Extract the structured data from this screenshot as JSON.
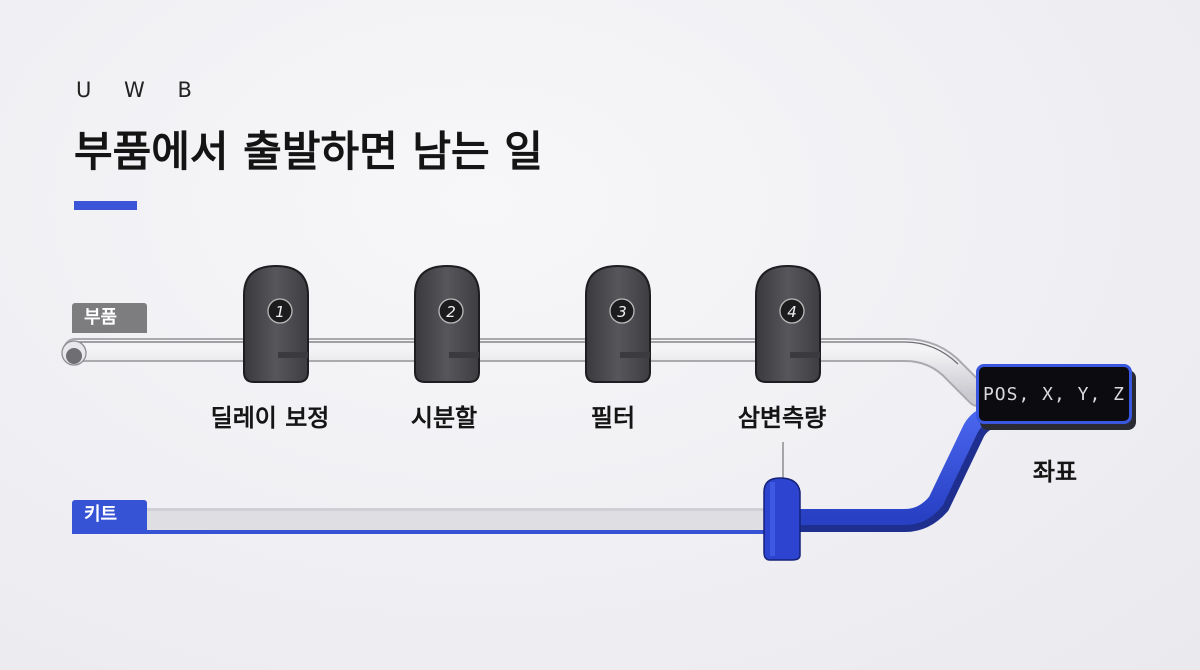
{
  "header": {
    "eyebrow": "U W B",
    "title": "부품에서 출발하면 남는 일"
  },
  "tracks": {
    "parts_label": "부품",
    "kit_label": "키트"
  },
  "steps": [
    {
      "number": "1",
      "label": "딜레이 보정"
    },
    {
      "number": "2",
      "label": "시분할"
    },
    {
      "number": "3",
      "label": "필터"
    },
    {
      "number": "4",
      "label": "삼변측량"
    }
  ],
  "output": {
    "value": "POS, X, Y, Z",
    "label": "좌표"
  },
  "colors": {
    "accent": "#3a55d8",
    "parts_track": "#7d7d80",
    "kit_track": "#3653d6",
    "gate": "#4a4a4e"
  }
}
